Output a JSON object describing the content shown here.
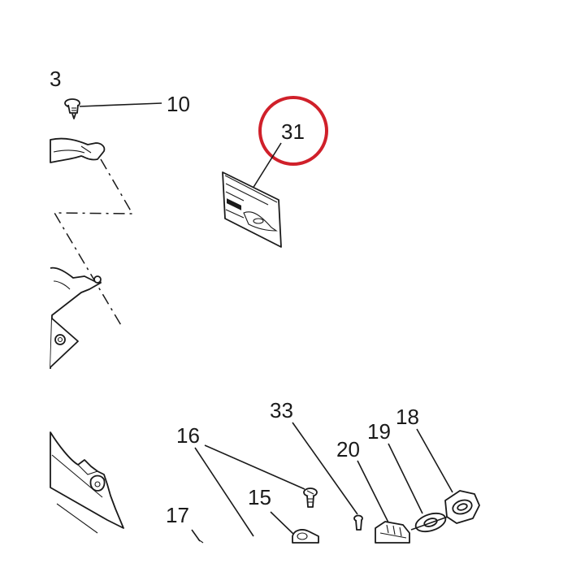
{
  "diagram": {
    "callouts": {
      "c3": "3",
      "c10": "10",
      "c31": "31",
      "c33": "33",
      "c16": "16",
      "c20": "20",
      "c19": "19",
      "c18": "18",
      "c15": "15",
      "c17": "17"
    },
    "highlight_color": "#d0202a",
    "line_color": "#1a1a1a"
  }
}
